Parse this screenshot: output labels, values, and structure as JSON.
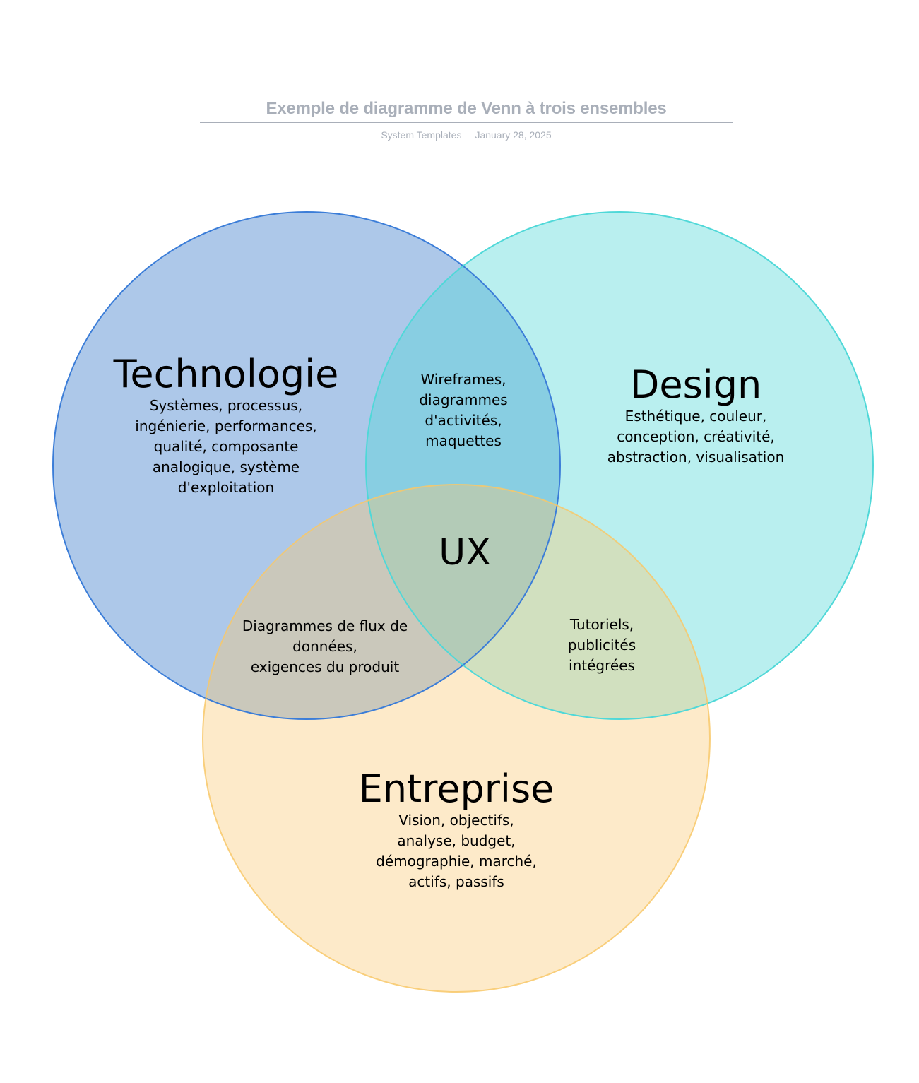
{
  "header": {
    "title": "Exemple de diagramme de Venn à trois ensembles",
    "source": "System Templates",
    "date": "January 28, 2025"
  },
  "colors": {
    "technologie_fill": "#abc8e8",
    "technologie_stroke": "#3b7dd8",
    "design_fill": "#b8eeee",
    "design_stroke": "#4fd8d8",
    "entreprise_fill": "#fde8c8",
    "entreprise_stroke": "#f8c868"
  },
  "sets": {
    "technologie": {
      "title": "Technologie",
      "description": "Systèmes, processus,\ningénierie, performances,\nqualité, composante\nanalogique, système\nd'exploitation"
    },
    "design": {
      "title": "Design",
      "description": "Esthétique, couleur,\nconception, créativité,\nabstraction, visualisation"
    },
    "entreprise": {
      "title": "Entreprise",
      "description": "Vision, objectifs,\nanalyse, budget,\ndémographie, marché,\nactifs, passifs"
    }
  },
  "overlaps": {
    "technologie_design": "Wireframes,\ndiagrammes\nd'activités,\nmaquettes",
    "technologie_entreprise": "Diagrammes de flux de\ndonnées,\nexigences du produit",
    "design_entreprise": "Tutoriels,\npublicités\nintégrées",
    "center": "UX"
  }
}
